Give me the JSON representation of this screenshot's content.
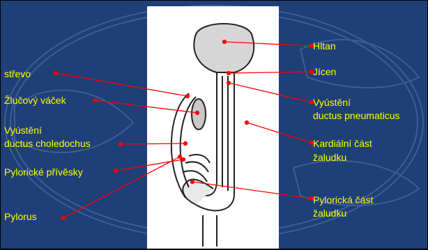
{
  "colors": {
    "background": "#1f3f78",
    "label_text": "#ffff00",
    "leader_line": "#ff0000",
    "image_panel": "#ffffff"
  },
  "labels": {
    "strevo": "střevo",
    "zlucovy_vacek": "Žlučový váček",
    "vyusteni_choledochus_1": "Vyústění",
    "vyusteni_choledochus_2": "ductus choledochus",
    "pyloricke_privesky": "Pylorické přívěsky",
    "pylorus": "Pylorus",
    "hltan": "Hltan",
    "jicen": "Jícen",
    "vyusteni_pneumaticus_1": "Vyústění",
    "vyusteni_pneumaticus_2": "ductus pneumaticus",
    "kardialni_1": "Kardiální část",
    "kardialni_2": "žaludku",
    "pyloricka_1": "Pylorická část",
    "pyloricka_2": "žaludku"
  }
}
